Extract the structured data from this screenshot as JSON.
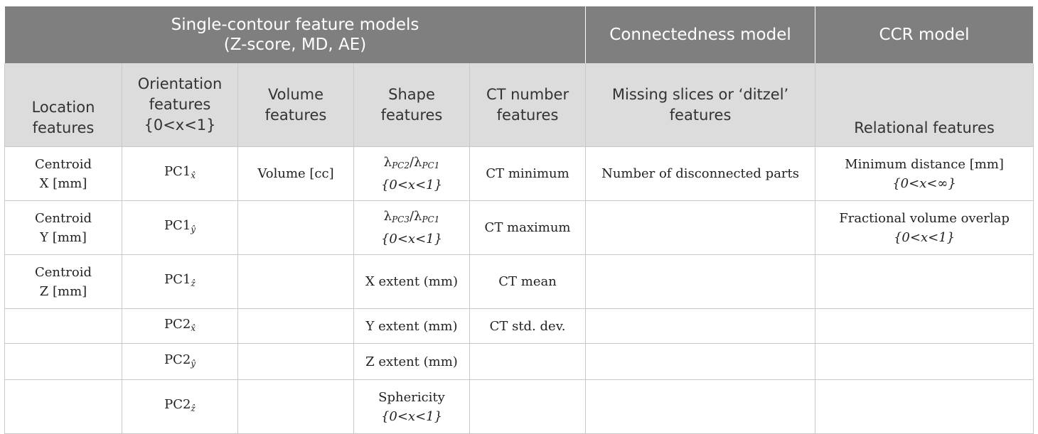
{
  "header": {
    "single_contour": "Single-contour feature models",
    "single_contour_sub": "(Z-score, MD, AE)",
    "connectedness": "Connectedness model",
    "ccr": "CCR model"
  },
  "subheaders": {
    "location": "Location features",
    "orientation": "Orientation features {0<x<1}",
    "volume": "Volume features",
    "shape": "Shape features",
    "ct_number": "CT number features",
    "missing": "Missing slices or ‘ditzel’ features",
    "relational": "Relational features"
  },
  "location": [
    "Centroid",
    "X [mm]",
    "Centroid",
    "Y [mm]",
    "Centroid",
    "Z [mm]"
  ],
  "orientation": {
    "base1": "PC1",
    "base2": "PC2",
    "hats": [
      "x̂",
      "ŷ",
      "ẑ",
      "x̂",
      "ŷ",
      "ẑ"
    ]
  },
  "volume": [
    "Volume [cc]"
  ],
  "shape": {
    "lambda": "λ",
    "sub_pc2": "PC2",
    "sub_pc3": "PC3",
    "sub_pc1": "PC1",
    "slash": "/",
    "range": "{0<x<1}",
    "x_extent": "X extent (mm)",
    "y_extent": "Y extent (mm)",
    "z_extent": "Z extent (mm)",
    "sphericity": "Sphericity",
    "sphericity_range": "{0<x<1}"
  },
  "ct": [
    "CT minimum",
    "CT maximum",
    "CT mean",
    "CT std. dev."
  ],
  "missing": [
    "Number of disconnected parts"
  ],
  "relational": {
    "min_dist": "Minimum distance [mm]",
    "min_dist_range": "{0<x<∞}",
    "overlap": "Fractional volume overlap",
    "overlap_range": "{0<x<1}"
  }
}
